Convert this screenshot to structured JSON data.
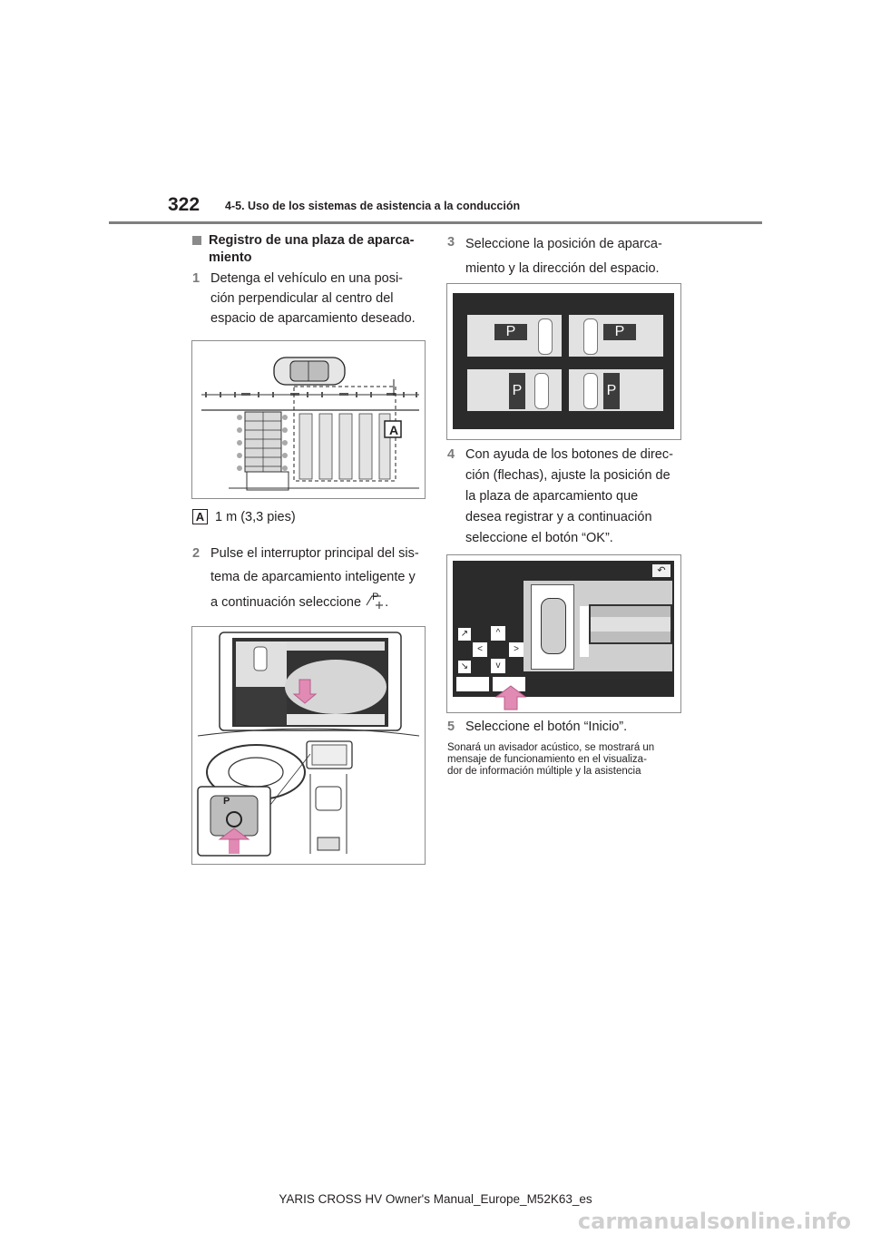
{
  "header": {
    "page_number": "322",
    "section_title": "4-5. Uso de los sistemas de asistencia a la conducción"
  },
  "left": {
    "heading": "Registro de una plaza de aparca-\nmiento",
    "step1_num": "1",
    "step1_lines": [
      "Detenga el vehículo en una posi-",
      "ción perpendicular al centro del",
      "espacio de aparcamiento deseado."
    ],
    "fig1_label": "A",
    "legend_label": "A",
    "legend_text": "1 m (3,3 pies)",
    "step2_num": "2",
    "step2_lines": [
      "Pulse el interruptor principal del sis-",
      "tema de aparcamiento inteligente y",
      "a continuación seleccione"
    ],
    "step2_icon_letter": "P"
  },
  "right": {
    "step3_num": "3",
    "step3_lines": [
      "Seleccione la posición de aparca-",
      "miento y la dirección del espacio."
    ],
    "parking_p": "P",
    "step4_num": "4",
    "step4_lines": [
      "Con ayuda de los botones de direc-",
      "ción (flechas), ajuste la posición de",
      "la plaza de aparcamiento que",
      "desea registrar y a continuación",
      "seleccione el botón “OK”."
    ],
    "step5_num": "5",
    "step5_text": "Seleccione el botón “Inicio”.",
    "note_lines": [
      "Sonará un avisador acústico, se mostrará un",
      "mensaje de funcionamiento en el visualiza-",
      "dor de información múltiple y la asistencia"
    ]
  },
  "footer": "YARIS CROSS HV Owner's Manual_Europe_M52K63_es",
  "watermark": "carmanualsonline.info",
  "colors": {
    "screen_dark": "#2b2b2b",
    "arrow_pink": "#e08ab4",
    "rule_gray": "#7f7f7f"
  }
}
